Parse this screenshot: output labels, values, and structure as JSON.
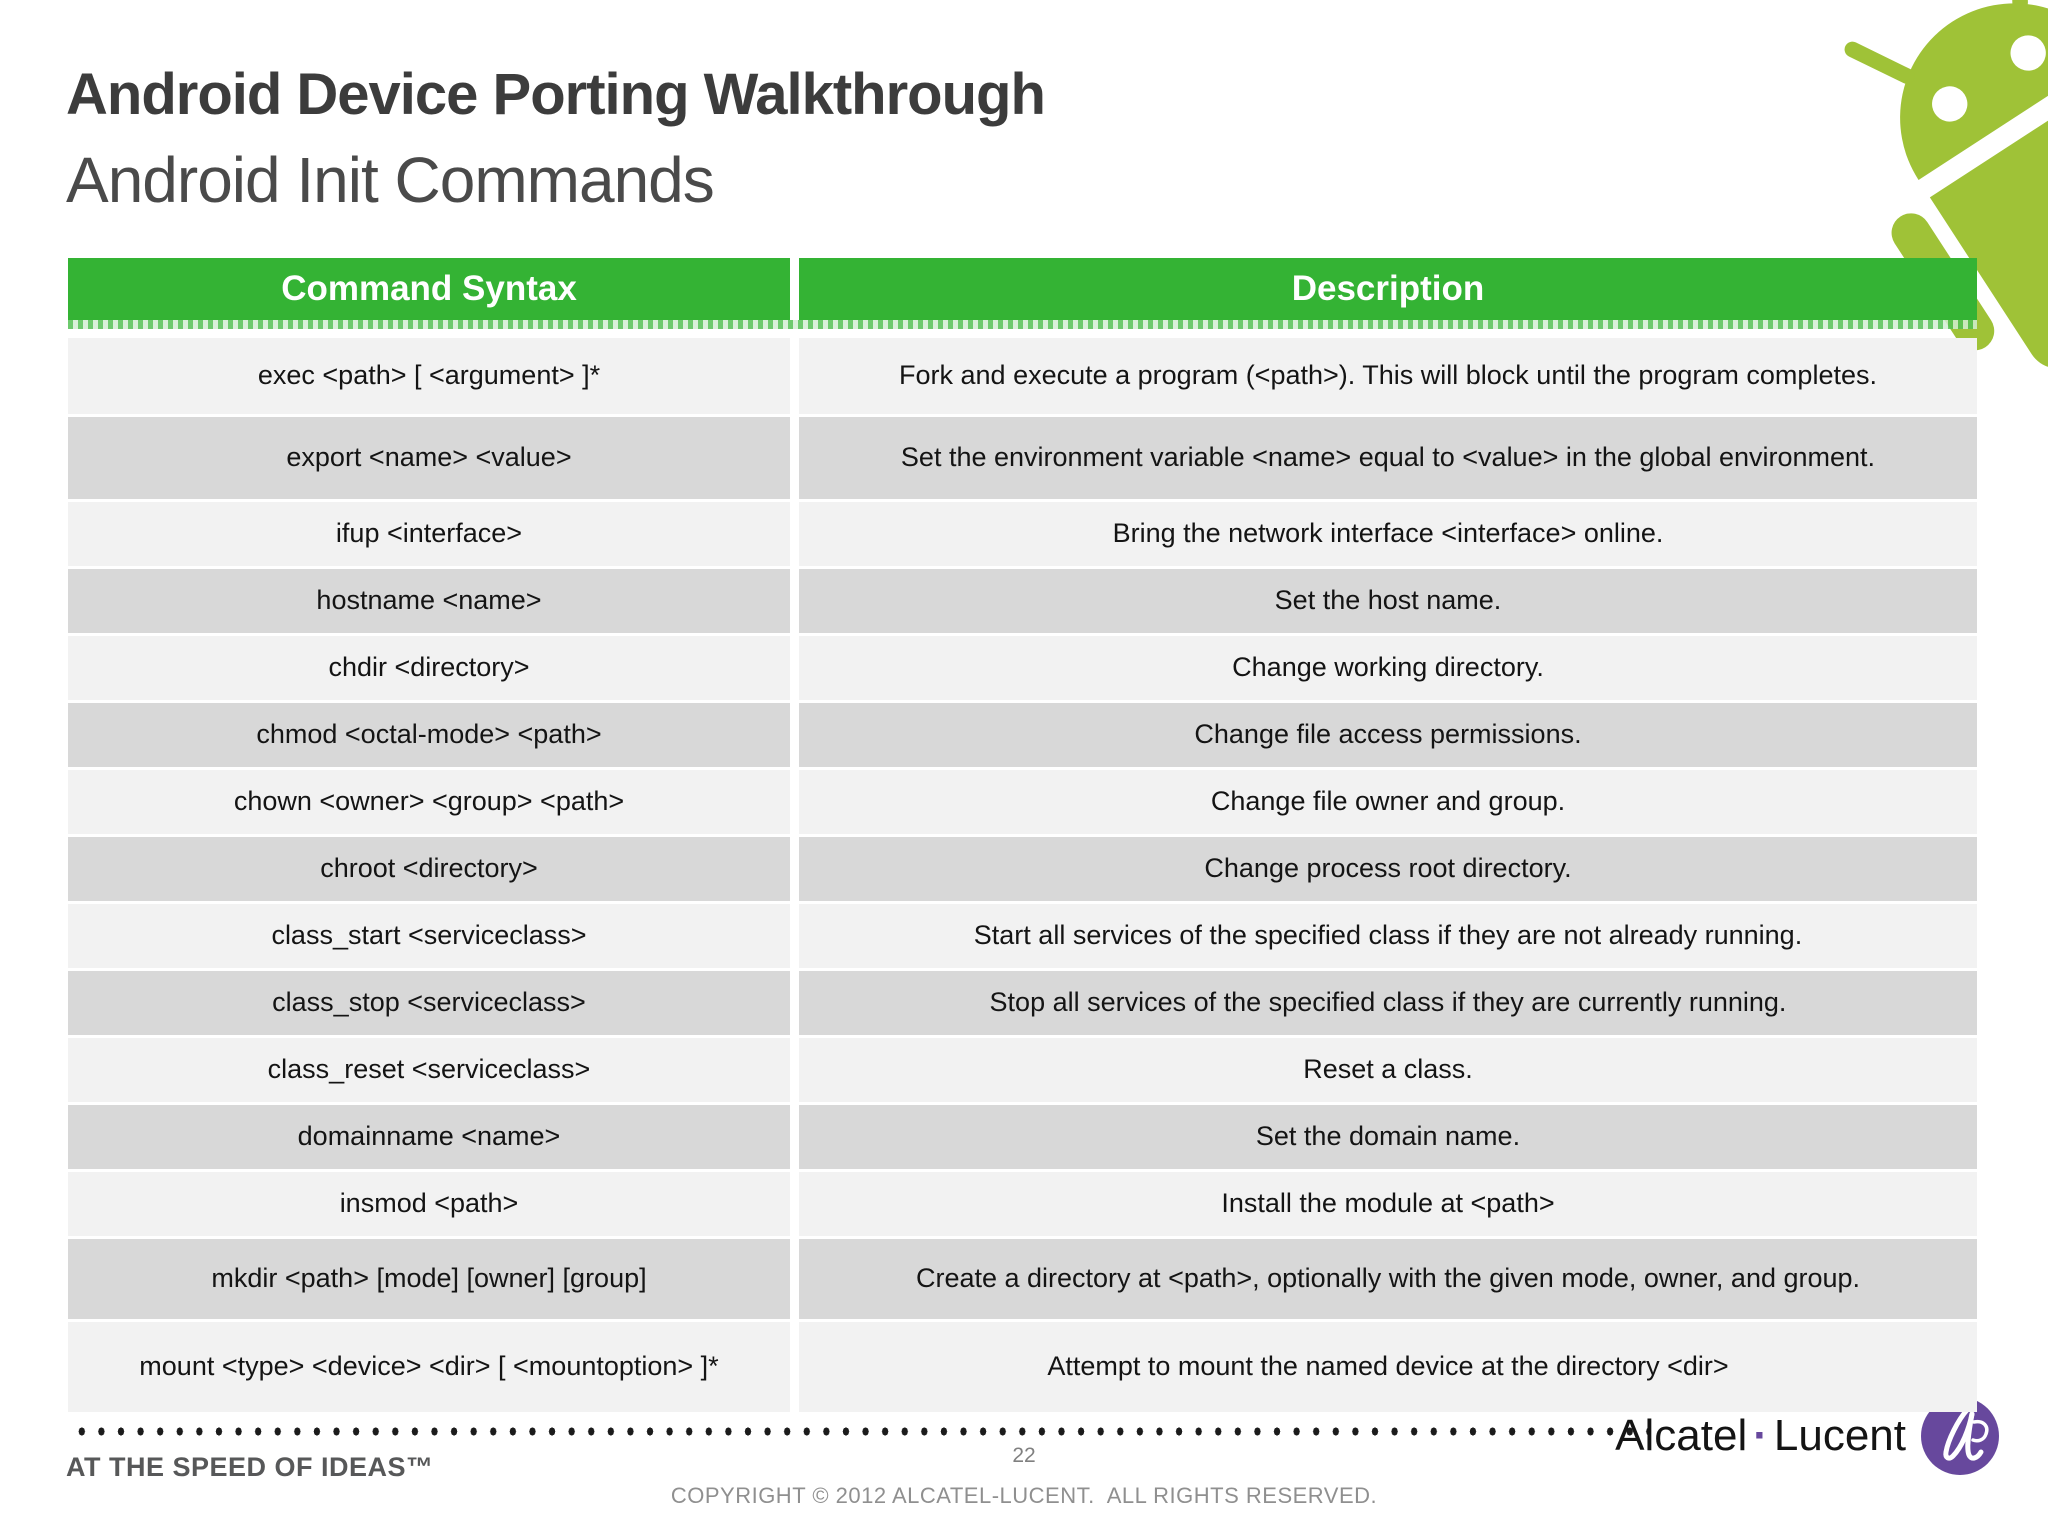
{
  "slide": {
    "title": "Android Device Porting Walkthrough",
    "subtitle": "Android Init Commands"
  },
  "table": {
    "headers": [
      "Command Syntax",
      "Description"
    ],
    "rows": [
      {
        "command": "exec <path> [ <argument> ]*",
        "description": "Fork and execute a program (<path>). This will block until the program completes."
      },
      {
        "command": "export <name> <value>",
        "description": "Set the environment variable <name> equal to <value> in the global environment."
      },
      {
        "command": "ifup <interface>",
        "description": "Bring the network interface <interface> online."
      },
      {
        "command": "hostname <name>",
        "description": "Set the host name."
      },
      {
        "command": "chdir <directory>",
        "description": "Change working directory."
      },
      {
        "command": "chmod <octal-mode> <path>",
        "description": "Change file access permissions."
      },
      {
        "command": "chown <owner> <group> <path>",
        "description": "Change file owner and group."
      },
      {
        "command": "chroot <directory>",
        "description": "Change process root directory."
      },
      {
        "command": "class_start <serviceclass>",
        "description": "Start all services of the specified class if they are not already running."
      },
      {
        "command": "class_stop <serviceclass>",
        "description": "Stop all services of the specified class if they are currently running."
      },
      {
        "command": "class_reset <serviceclass>",
        "description": "Reset a class."
      },
      {
        "command": "domainname <name>",
        "description": "Set the domain name."
      },
      {
        "command": "insmod <path>",
        "description": "Install the module at <path>"
      },
      {
        "command": "mkdir <path> [mode] [owner] [group]",
        "description": "Create a directory at <path>, optionally with the given mode, owner, and group."
      },
      {
        "command": "mount <type> <device> <dir> [ <mountoption> ]*",
        "description": "Attempt to mount the named device at the directory <dir>"
      }
    ]
  },
  "footer": {
    "tagline": "AT THE SPEED OF IDEAS™",
    "page_number": "22",
    "copyright": "COPYRIGHT © 2012 ALCATEL-LUCENT.  ALL RIGHTS RESERVED.",
    "brand_left": "Alcatel",
    "brand_separator": "·",
    "brand_right": "Lucent"
  },
  "icons": {
    "android_robot": "android-robot-logo",
    "alcatel_swirl": "alcatel-lucent-swirl-icon"
  },
  "colors": {
    "table_header_green": "#34b334",
    "row_light": "#f2f2f2",
    "row_dark": "#d8d8d8",
    "android_green": "#9fc237",
    "alcatel_purple": "#67489d",
    "title_gray": "#3c3c3c",
    "footer_gray": "#8f8f8f",
    "dot_black": "#1b1b1b"
  }
}
